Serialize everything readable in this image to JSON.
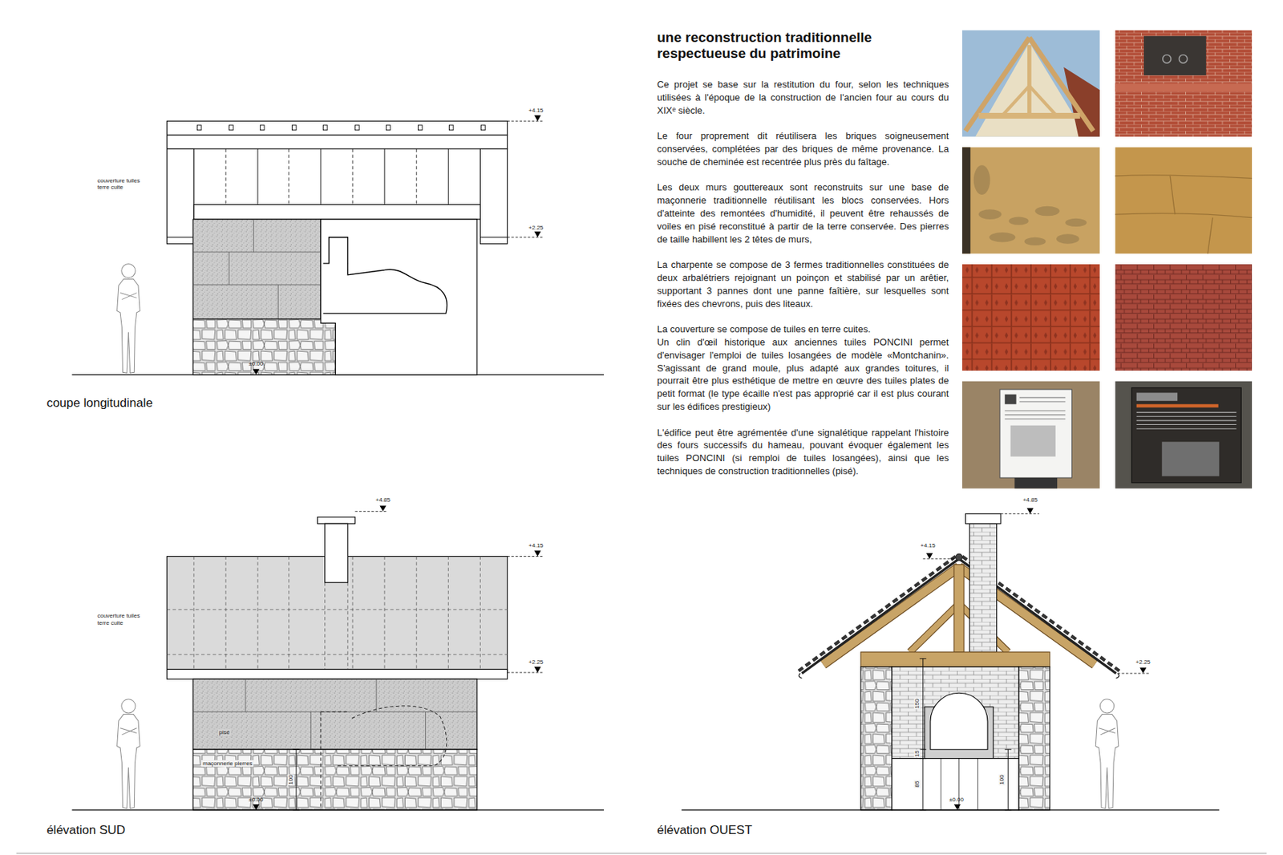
{
  "diagram": {
    "title": "une reconstruction traditionnelle respectueuse du patrimoine",
    "labels": [
      "coupe longitudinale",
      "+4.15",
      "couverture tuiles terre cuite",
      "+2.25",
      "±0.00",
      "élévation SUD",
      "+4.85",
      "+4.15",
      "couverture tuiles terre cuite",
      "+2.25",
      "pisé",
      "maçonnerie pierres",
      "100",
      "±0.00",
      "élévation OUEST",
      "+4.85",
      "+4.15",
      "+2.25",
      "150",
      "15",
      "85",
      "100",
      "±0.00",
      "Ce projet se base sur la restitution du four, selon les techniques utilisées à l'époque de la construction de l'ancien four au cours du XIXᵉ siècle.",
      "Le four proprement dit réutilisera les briques soigneusement conservées, complétées par des briques de même provenance. La souche de cheminée est recentrée plus près du faîtage.",
      "Les deux murs gouttereaux sont reconstruits sur une base de maçonnerie traditionnelle réutilisant les blocs conservées. Hors d'atteinte des remontées d'humidité, il peuvent être rehaussés de voiles en pisé reconstitué à partir de la terre conservée. Des pierres de taille habillent les 2 têtes de murs,",
      "La charpente se compose de 3 fermes traditionnelles constituées de deux arbalétriers rejoignant un poinçon et stabilisé par un arêtier, supportant 3 pannes dont une panne faîtière, sur lesquelles sont fixées des chevrons, puis des liteaux.",
      "La couverture se compose de tuiles en terre cuites.",
      "Un clin d'œil historique aux anciennes tuiles PONCINI permet d'envisager l'emploi de tuiles losangées de modèle «Montchanin». S'agissant de grand moule, plus adapté aux grandes toitures, il pourrait être plus esthétique de mettre en œuvre des tuiles plates de petit format (le type écaille n'est pas approprié car il est plus courant sur les édifices prestigieux)",
      "L'édifice peut être agrémentée d'une signalétique rappelant l'histoire des fours successifs du hameau, pouvant évoquer également les tuiles PONCINI (si remploi de tuiles losangées), ainsi que les techniques de construction traditionnelles (pisé)."
    ]
  }
}
